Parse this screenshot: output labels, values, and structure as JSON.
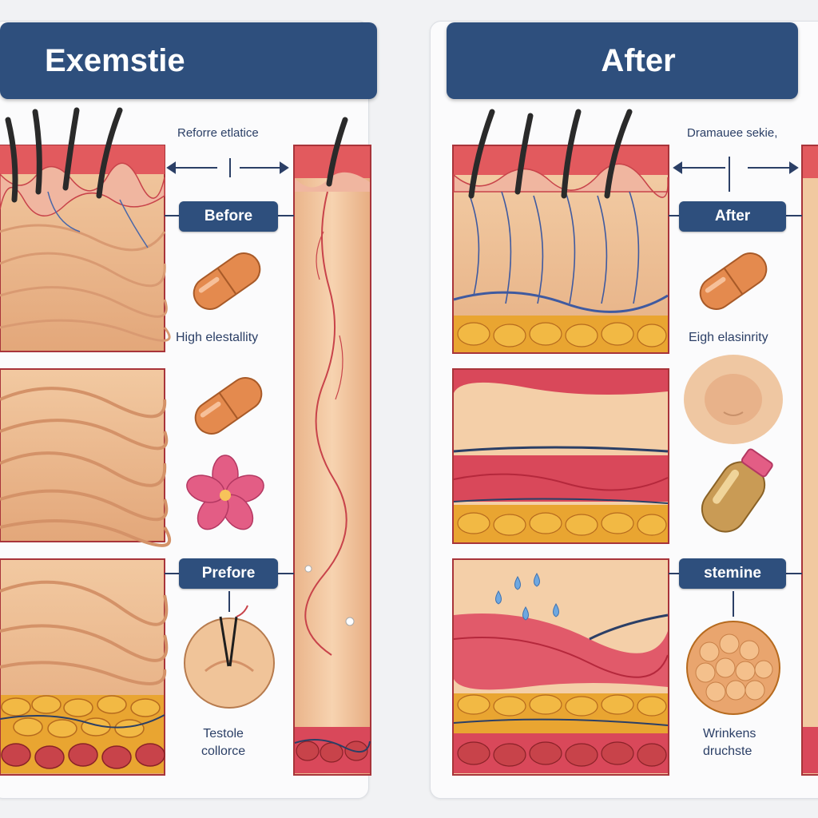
{
  "left_panel": {
    "title": "Exemstie",
    "annotation": "Reforre etlatice",
    "tag_top": "Before",
    "tag_bottom": "Prefore",
    "caption_top": "High elestallity",
    "caption_bottom_line1": "Testole",
    "caption_bottom_line2": "collorce"
  },
  "right_panel": {
    "title": "After",
    "annotation": "Dramauee sekie,",
    "tag_top": "After",
    "tag_bottom": "stemine",
    "caption_top": "Eigh elasinrity",
    "caption_bottom_line1": "Wrinkens",
    "caption_bottom_line2": "druchste"
  },
  "colors": {
    "title_bar": "#2e4f7d",
    "skin": "#e8b58a",
    "dermis_red": "#d9485a",
    "fat_yellow": "#e9a531",
    "outline": "#a8343a"
  },
  "icons": [
    "capsule-icon",
    "flower-icon",
    "skin-patch-icon",
    "supplement-bottle-icon",
    "water-drop-icon",
    "tweezers-icon"
  ]
}
